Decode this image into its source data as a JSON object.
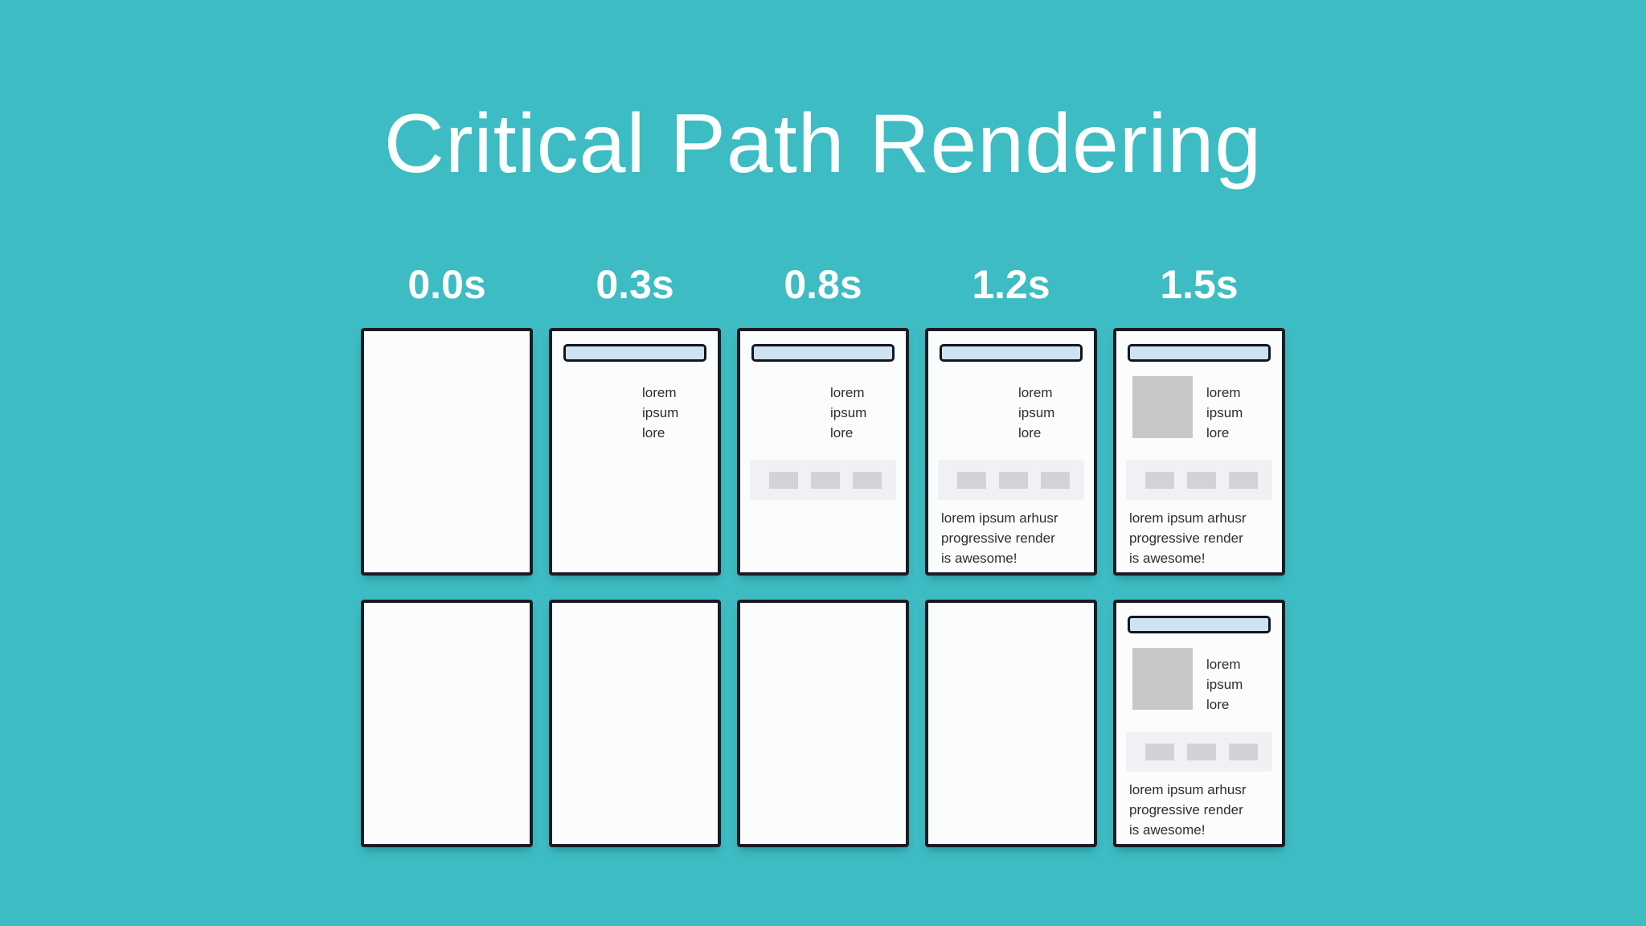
{
  "title": "Critical Path Rendering",
  "timeline_labels": [
    "0.0s",
    "0.3s",
    "0.8s",
    "1.2s",
    "1.5s"
  ],
  "card_text": {
    "menu": "lorem\nipsum\nlore",
    "paragraph": "lorem ipsum arhusr\nprogressive render\nis awesome!"
  },
  "colors": {
    "background": "#3dbcc3",
    "title_text": "#fdffff",
    "timeline_label_text": "#ffffff",
    "card_background": "#fbfdfc",
    "card_border": "#1b1b25",
    "header_bar_fill": "#cfe2f0",
    "header_bar_border": "#15151d",
    "band_background": "#f0f1f4",
    "chip_fill": "#d2d3d6",
    "image_placeholder_fill": "#c7c9c9",
    "card_text_color": "#2d2d2d"
  }
}
